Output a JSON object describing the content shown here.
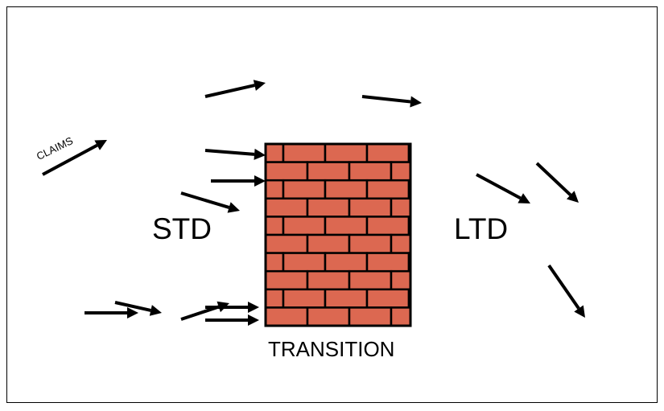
{
  "diagram": {
    "claims_label": "CLAIMS",
    "std_label": "STD",
    "ltd_label": "LTD",
    "transition_label": "TRANSITION",
    "colors": {
      "brick": "#dc6851",
      "mortar": "#000000",
      "arrow": "#000000",
      "background": "#ffffff"
    },
    "icons": [
      "arrow-icon",
      "brick-wall-icon"
    ]
  }
}
